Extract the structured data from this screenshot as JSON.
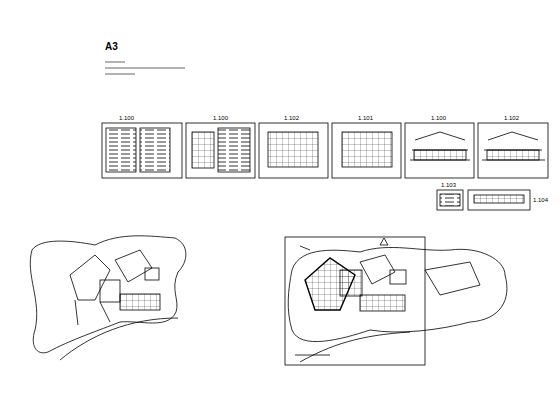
{
  "diagram": {
    "labels": [
      "A3",
      "1.100",
      "1.100",
      "1.102",
      "1.101",
      "1.100",
      "1.102",
      "1.103",
      "1.104"
    ]
  }
}
